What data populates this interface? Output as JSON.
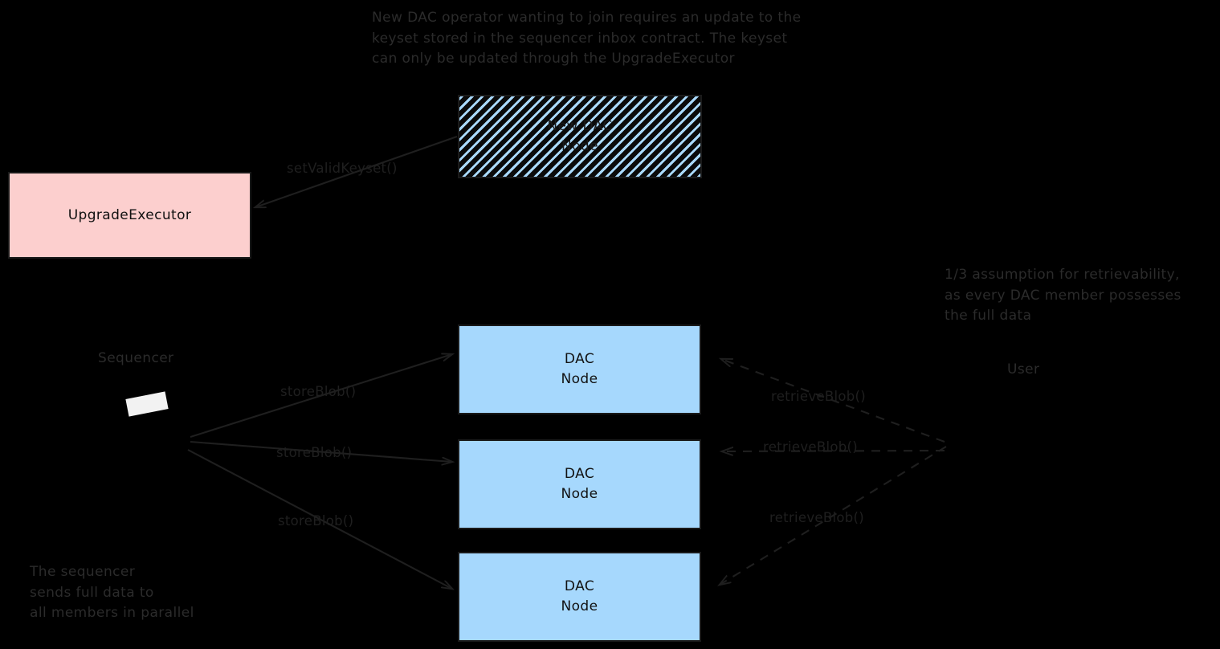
{
  "diagram": {
    "title_note": "New DAC operator wanting to join requires an update to the\nkeyset stored in the sequencer inbox contract. The keyset\ncan only be updated through the UpgradeExecutor",
    "retrievability_note": "1/3 assumption for retrievability,\nas every DAC member possesses\nthe full data",
    "sequencer_note": "The sequencer\nsends full data to\nall members in parallel",
    "nodes": {
      "new_dac_node": "New DAC\nNode",
      "upgrade_executor": "UpgradeExecutor",
      "dac_node_1": "DAC\nNode",
      "dac_node_2": "DAC\nNode",
      "dac_node_3": "DAC\nNode"
    },
    "actors": {
      "sequencer": "Sequencer",
      "user": "User"
    },
    "edges": {
      "set_valid_keyset": "setValidKeyset()",
      "store_blob_1": "storeBlob()",
      "store_blob_2": "storeBlob()",
      "store_blob_3": "storeBlob()",
      "retrieve_blob_1": "retrieveBlob()",
      "retrieve_blob_2": "retrieveBlob()",
      "retrieve_blob_3": "retrieveBlob()"
    },
    "colors": {
      "background": "#000000",
      "pink_fill": "#fccfce",
      "blue_fill": "#a6d8fd",
      "hatch_stripe": "#aadafd",
      "stroke": "#1a1a1a",
      "note_text": "#2b2b2b"
    }
  }
}
